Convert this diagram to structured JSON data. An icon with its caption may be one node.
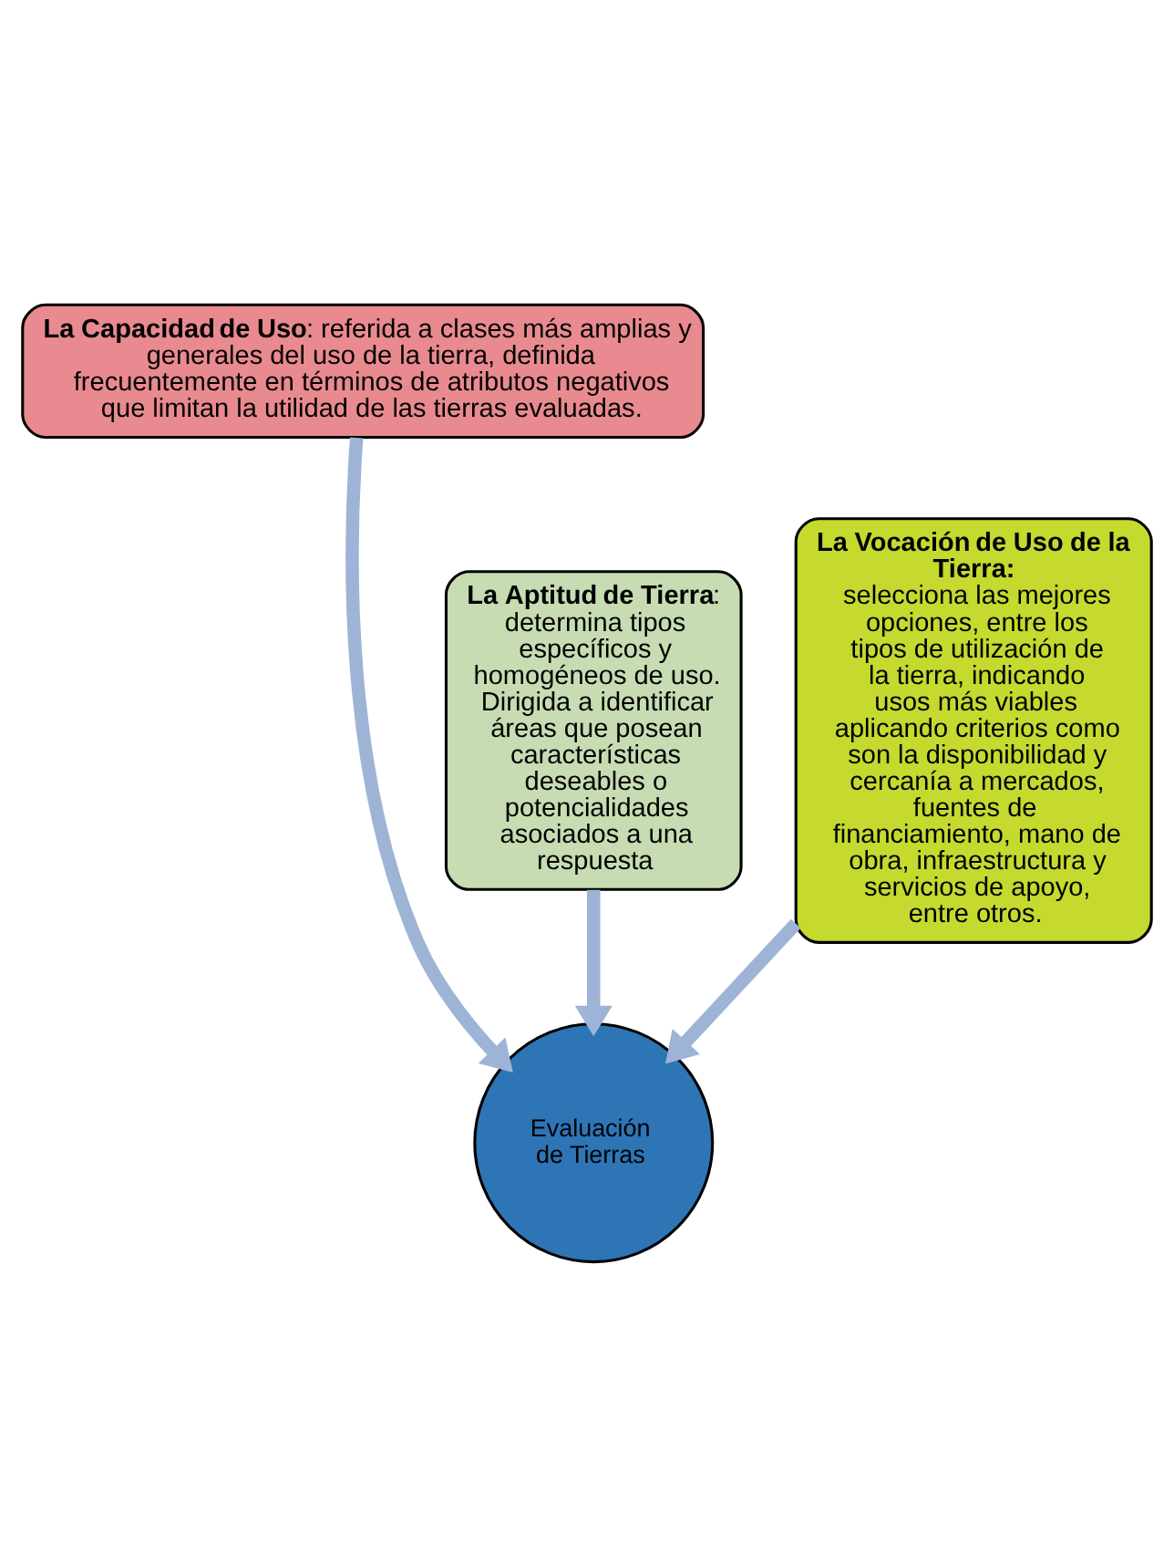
{
  "diagram": {
    "nodes": [
      {
        "text": [
          "**La Capacidad de Uso**: referida a clases más amplias y generales del uso de la tierra, definida frecuentemente en términos de atributos negativos que limitan la utilidad de las tierras evaluadas."
        ]
      },
      {
        "text": [
          "**La Aptitud de Tierra**: determina tipos específicos y homogéneos de uso. Dirigida a identificar áreas que posean características deseables o potencialidades asociados a una respuesta"
        ]
      },
      {
        "text": [
          "La Vocación de Uso de la Tierra:",
          "selecciona las mejores opciones, entre los tipos de utilización de la tierra, indicando usos más viables aplicando criterios como son la disponibilidad y cercanía a mercados, fuentes de financiamiento, mano de obra, infraestructura y servicios de apoyo, entre otros."
        ]
      },
      {
        "text": [
          "Evaluación de Tierras"
        ]
      }
    ],
    "edges": [
      {
        "from": 1,
        "to": 3,
        "arrow": "to"
      },
      {
        "from": 0,
        "to": 3,
        "arrow": "to"
      },
      {
        "from": 2,
        "to": 3,
        "arrow": "to"
      }
    ]
  }
}
